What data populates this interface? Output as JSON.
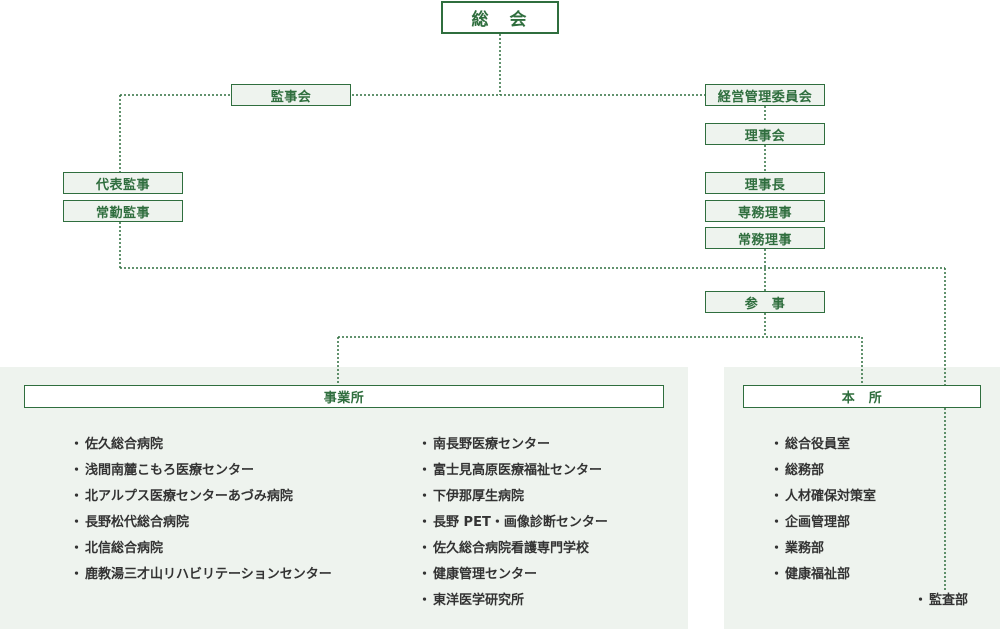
{
  "top": "総　会",
  "auditors": {
    "board": "監事会",
    "representative": "代表監事",
    "fulltime": "常勤監事"
  },
  "management": {
    "committee": "経営管理委員会",
    "board": "理事会",
    "chairman": "理事長",
    "senior_director": "専務理事",
    "managing_director": "常務理事",
    "councilor": "参　事"
  },
  "business": {
    "title": "事業所",
    "col1": [
      "佐久総合病院",
      "浅間南麓こもろ医療センター",
      "北アルプス医療センターあづみ病院",
      "長野松代総合病院",
      "北信総合病院",
      "鹿教湯三才山リハビリテーションセンター"
    ],
    "col2": [
      "南長野医療センター",
      "富士見高原医療福祉センター",
      "下伊那厚生病院",
      "長野 PET・画像診断センター",
      "佐久総合病院看護専門学校",
      "健康管理センター",
      "東洋医学研究所"
    ]
  },
  "headquarters": {
    "title": "本　所",
    "items": [
      "総合役員室",
      "総務部",
      "人材確保対策室",
      "企画管理部",
      "業務部",
      "健康福祉部"
    ],
    "audit": "監査部"
  },
  "colors": {
    "green": "#2f6e3e",
    "panel": "#eef3ee",
    "text": "#333333"
  }
}
